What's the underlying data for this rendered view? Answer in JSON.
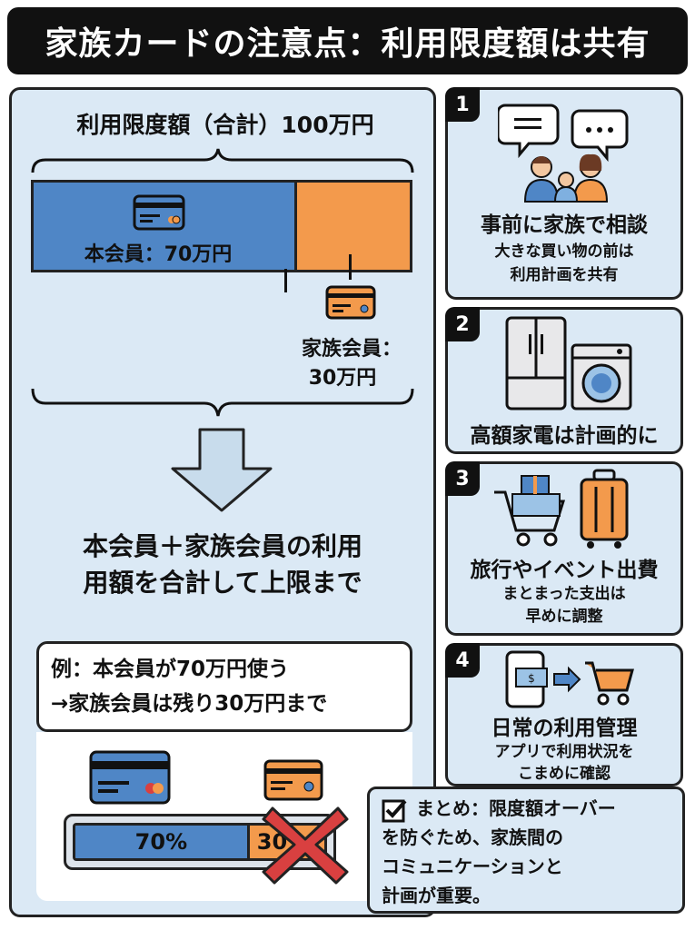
{
  "title": "家族カードの注意点：利用限度額は共有",
  "left": {
    "limit_label": "利用限度額（合計）100万円",
    "main_member_label": "本会員：70万円",
    "family_member_label_line1": "家族会員：",
    "family_member_label_line2": "30万円",
    "main_share": 0.7,
    "explain_line1": "本会員＋家族会員の利用",
    "explain_line2": "用額を合計して上限まで",
    "example_line1": "例：本会員が70万円使う",
    "example_line2": "→家族会員は残り30万円まで",
    "bar_main_label": "70%",
    "bar_family_label": "30",
    "bar_main_share": 0.7
  },
  "tips": [
    {
      "number": "1",
      "title": "事前に家族で相談",
      "line1": "大きな買い物の前は",
      "line2": "利用計画を共有"
    },
    {
      "number": "2",
      "title": "高額家電は計画的に"
    },
    {
      "number": "3",
      "title": "旅行やイベント出費",
      "line1": "まとまった支出は",
      "line2": "早めに調整"
    },
    {
      "number": "4",
      "title": "日常の利用管理",
      "line1": "アプリで利用状況を",
      "line2": "こまめに確認"
    }
  ],
  "summary": {
    "line1": "まとめ：限度額オーバー",
    "line2": "を防ぐため、家族間の",
    "line3": "コミュニケーションと",
    "line4": "計画が重要。"
  },
  "colors": {
    "blue": "#4f86c6",
    "orange": "#f39a4c",
    "panel": "#dbe9f5",
    "red": "#d94040"
  }
}
